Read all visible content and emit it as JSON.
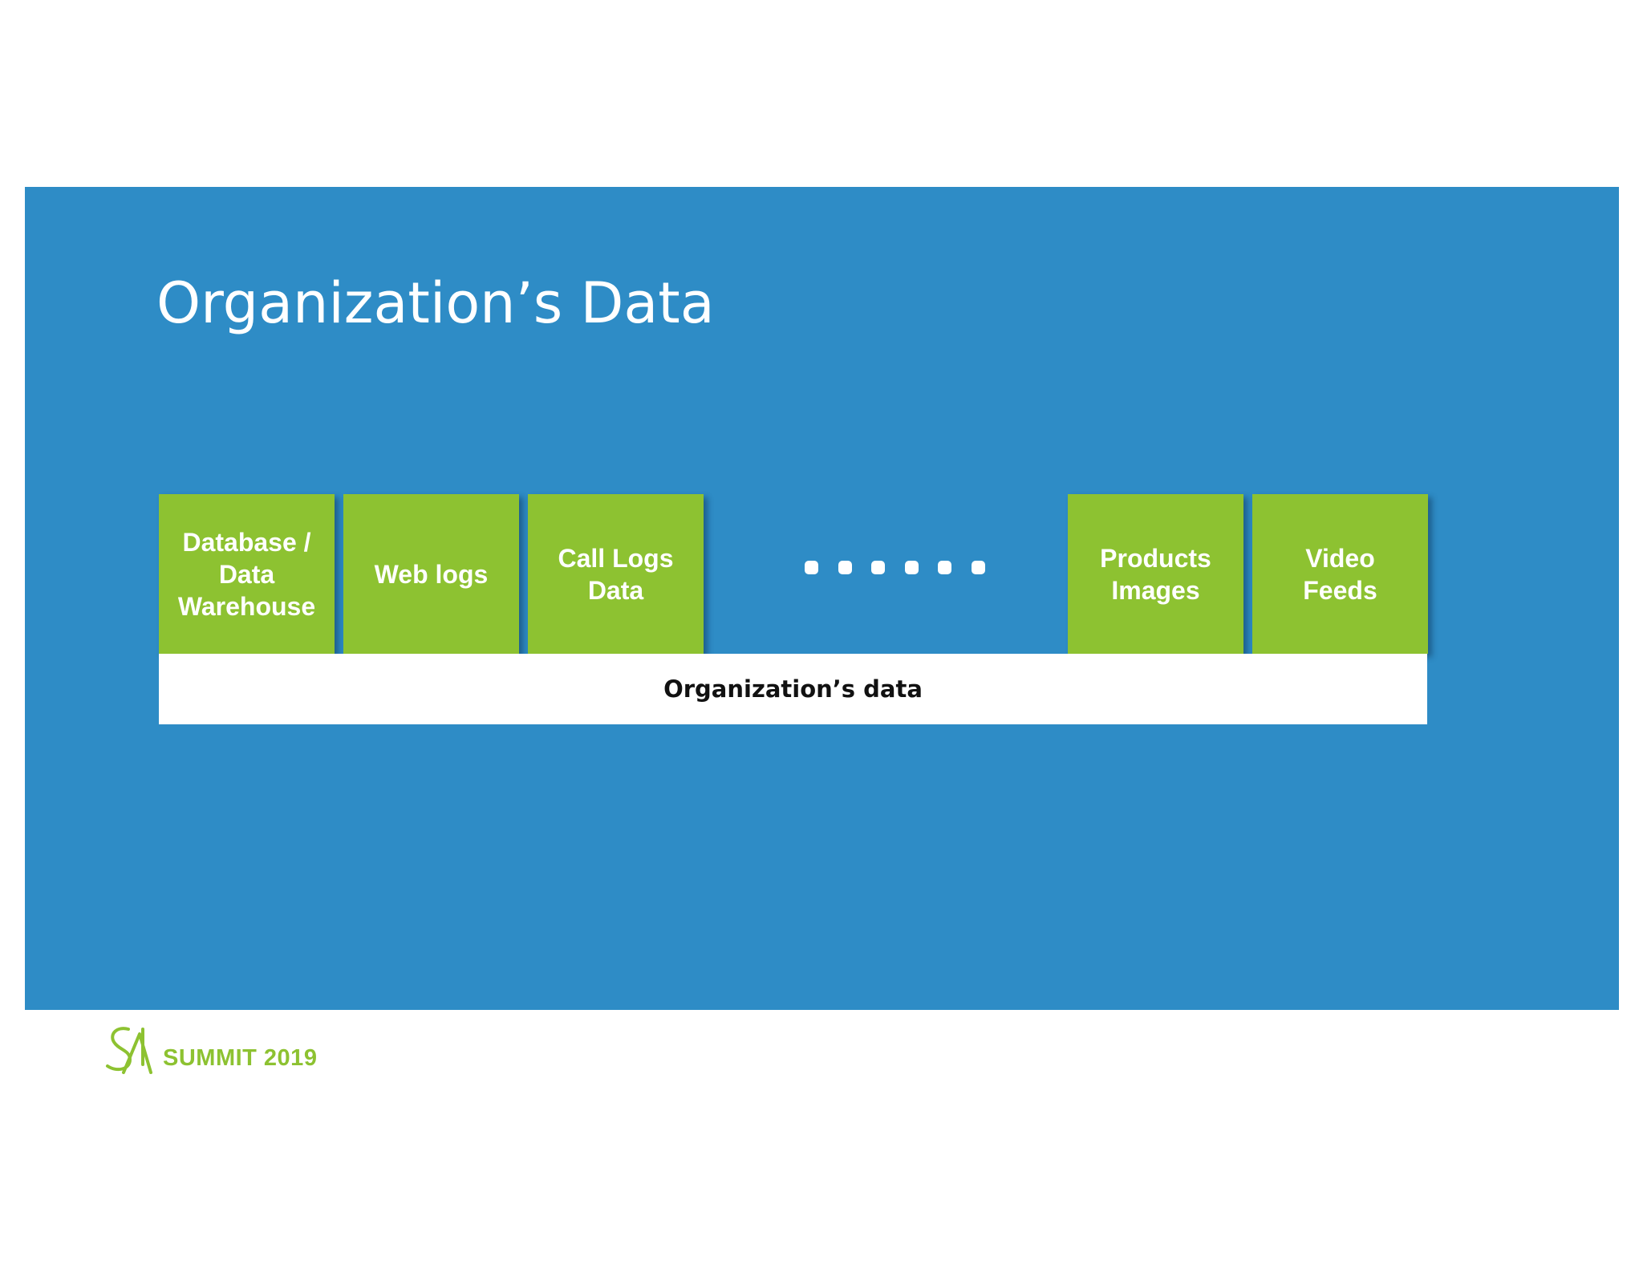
{
  "slide": {
    "title": "Organization’s Data"
  },
  "sources": [
    {
      "label": "Database /\nData\nWarehouse"
    },
    {
      "label": "Web logs"
    },
    {
      "label": "Call Logs\nData"
    },
    {
      "label": "Products\nImages"
    },
    {
      "label": "Video\nFeeds"
    }
  ],
  "ellipsis": {
    "dot_count": 6
  },
  "base": {
    "label": "Organization’s data"
  },
  "footer": {
    "logo_text": "SUMMIT 2019",
    "logo_mark": "SA"
  },
  "colors": {
    "panel": "#2e8cc6",
    "box": "#8dc231",
    "text_light": "#ffffff",
    "logo": "#8dc231"
  }
}
